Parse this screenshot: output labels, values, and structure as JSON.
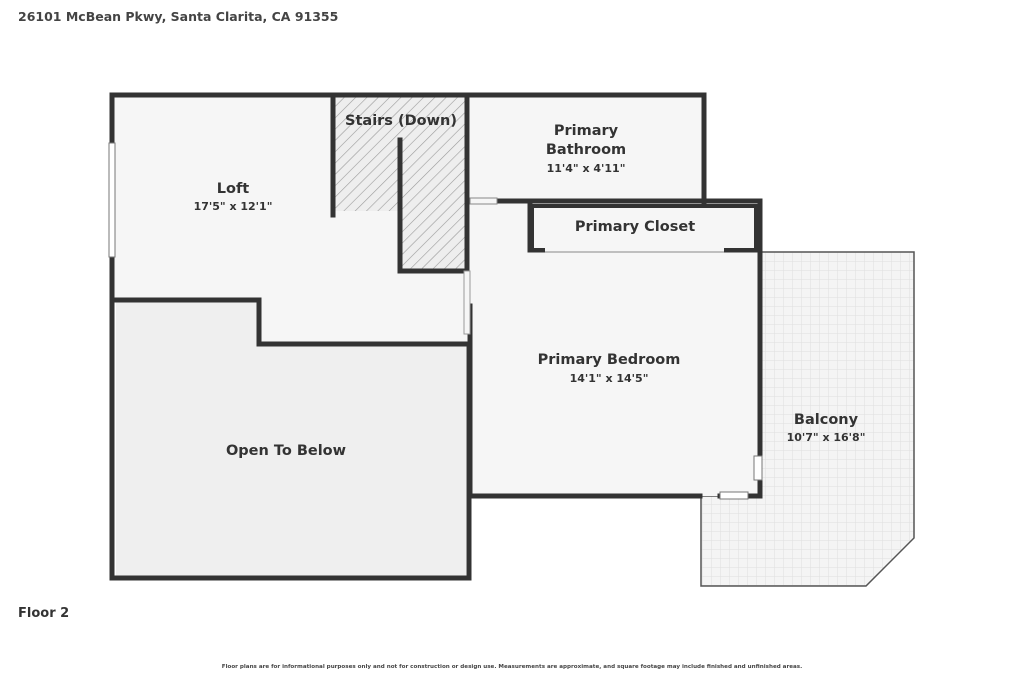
{
  "header": {
    "address": "26101 McBean Pkwy, Santa Clarita, CA 91355"
  },
  "floor": {
    "label": "Floor 2"
  },
  "footer": {
    "disclaimer": "Floor plans are for informational purposes only and not for construction or design use. Measurements are approximate, and square footage may include finished and unfinished areas."
  },
  "rooms": {
    "loft": {
      "name": "Loft",
      "dims": "17'5\" x 12'1\""
    },
    "stairs": {
      "name": "Stairs (Down)"
    },
    "bathroom": {
      "name_line1": "Primary",
      "name_line2": "Bathroom",
      "dims": "11'4\" x 4'11\""
    },
    "closet": {
      "name": "Primary Closet"
    },
    "bedroom": {
      "name": "Primary Bedroom",
      "dims": "14'1\" x 14'5\""
    },
    "open_below": {
      "name": "Open To Below"
    },
    "balcony": {
      "name": "Balcony",
      "dims": "10'7\" x 16'8\""
    }
  },
  "colors": {
    "wall": "#333333",
    "floor": "#f6f6f6",
    "open_below": "#efefef",
    "balcony": "#f3f3f3"
  }
}
